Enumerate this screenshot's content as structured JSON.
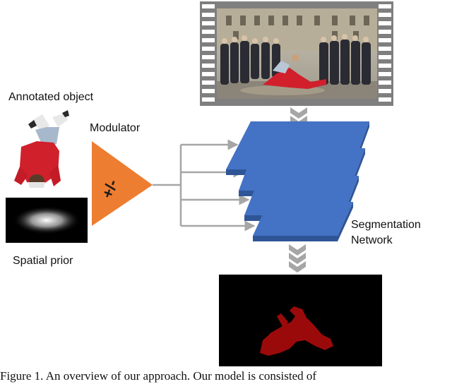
{
  "labels": {
    "annotated_object": "Annotated object",
    "modulator": "Modulator",
    "modulator_sign": "+/-",
    "spatial_prior": "Spatial prior",
    "segmentation_network_line1": "Segmentation",
    "segmentation_network_line2": "Network"
  },
  "caption": "Figure 1. An overview of our approach. Our model is consisted of",
  "colors": {
    "modulator_fill": "#ED7D31",
    "network_layer_top": "#4472C4",
    "network_layer_side": "#2F5597",
    "arrow_gray": "#A6A6A6",
    "film_border": "#7F7F7F",
    "mask_fill": "#9B0A0A"
  }
}
